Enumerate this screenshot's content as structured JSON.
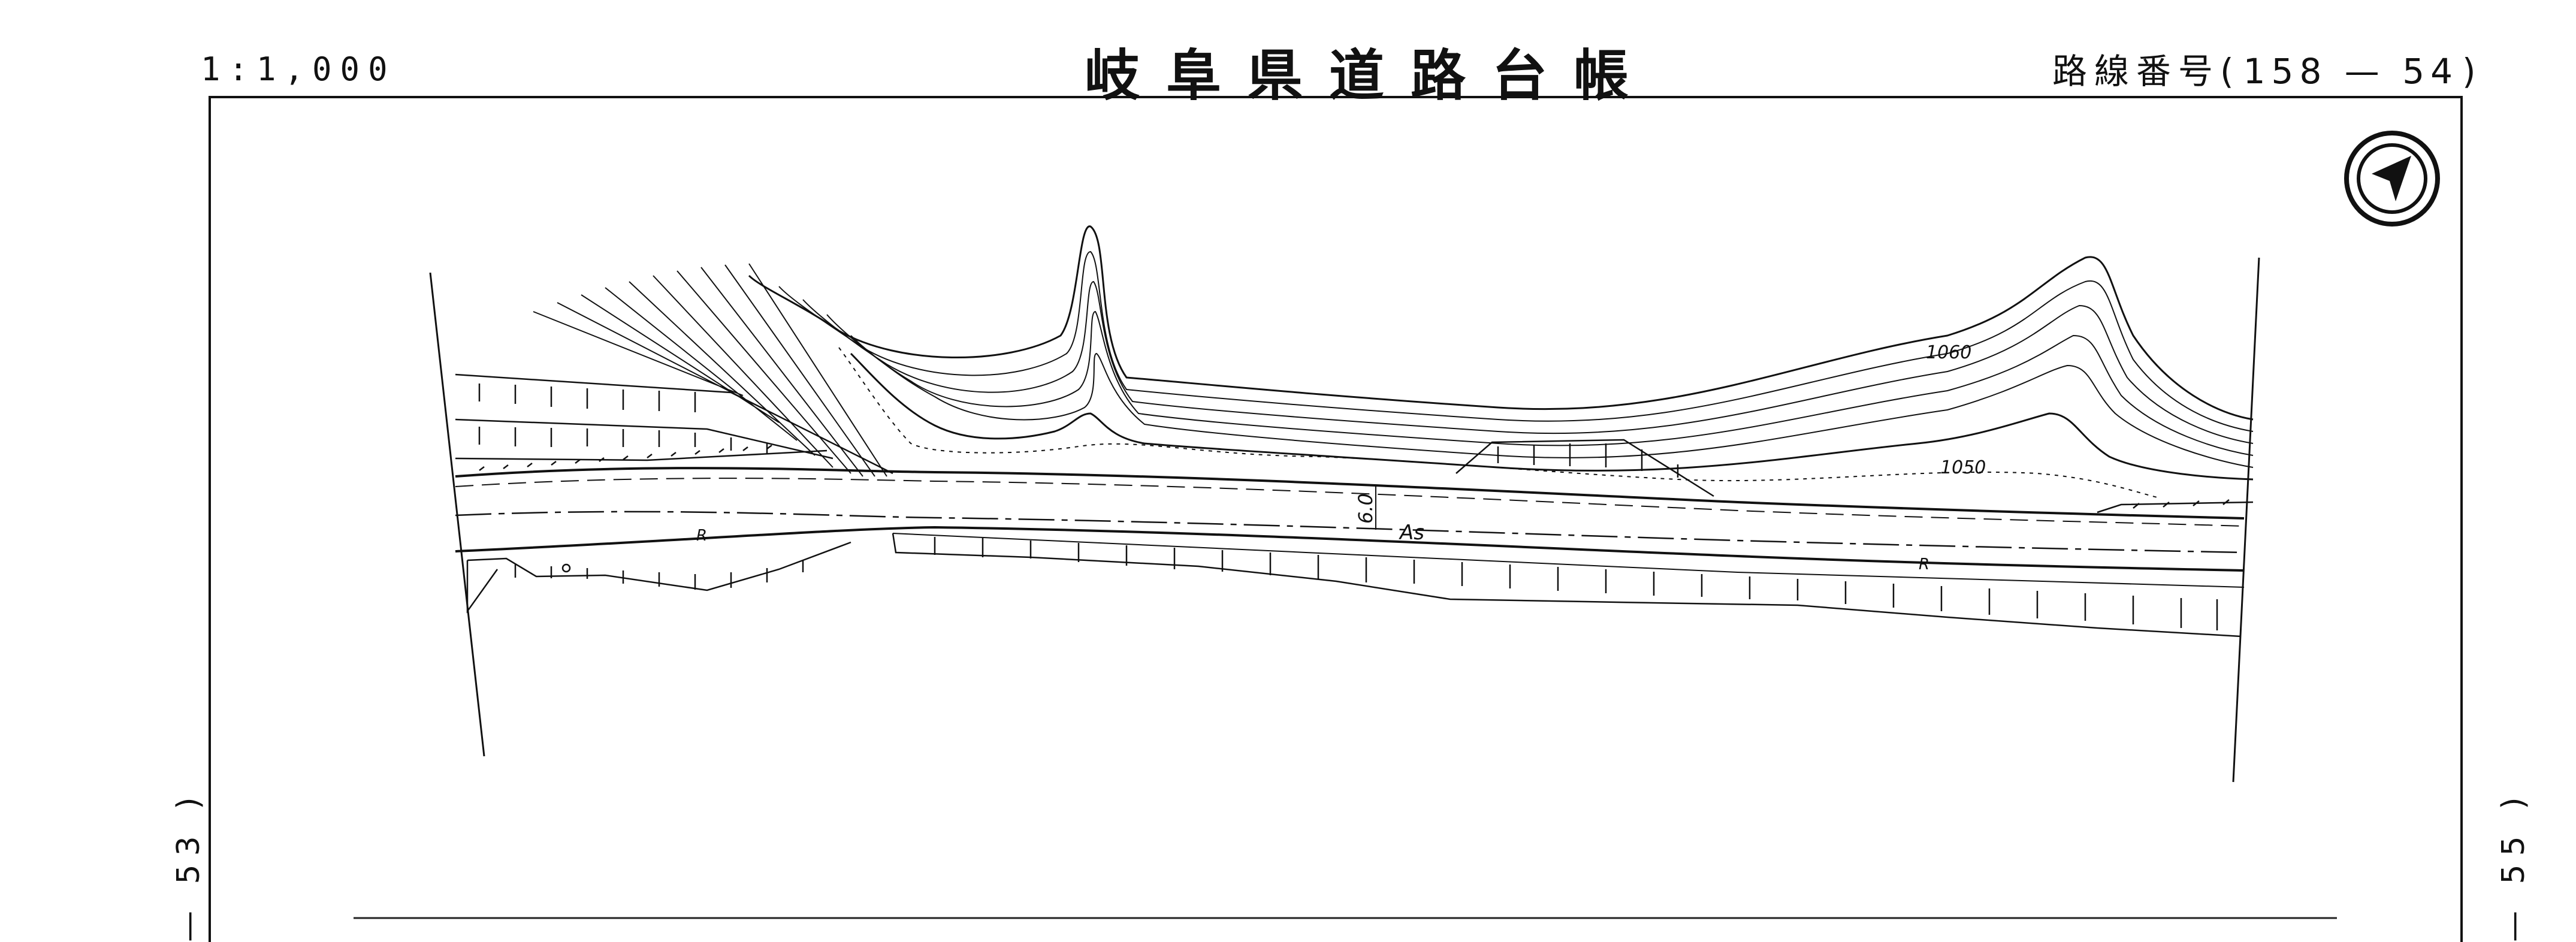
{
  "header": {
    "scale": "1:1,000",
    "title": "岐阜県道路台帳",
    "route_label": "路線番号",
    "route_open": "(",
    "route_number": "158 — 54",
    "route_close": ")"
  },
  "adjacent_sheets": {
    "previous": "— 53 )",
    "next": "— 55 )"
  },
  "map": {
    "north_arrow_icon": "north-arrow-icon",
    "contour_labels": [
      "1060",
      "1050"
    ],
    "road_width": "6.0",
    "surface": "As",
    "retaining_wall_marks": [
      "R",
      "R"
    ]
  }
}
